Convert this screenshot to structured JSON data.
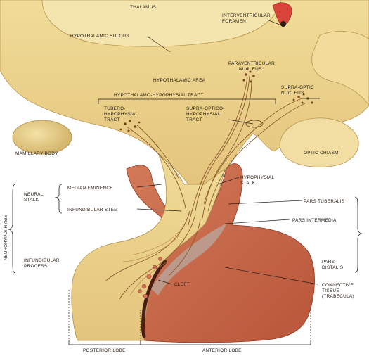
{
  "labels": {
    "thalamus": "THALAMUS",
    "interventricular_foramen_1": "INTERVENTRICULAR",
    "interventricular_foramen_2": "FORAMEN",
    "hypothalamic_sulcus": "HYPOTHALAMIC SULCUS",
    "paraventricular_1": "PARAVENTRICULAR",
    "paraventricular_2": "NUCLEUS",
    "hypothalamic_area": "HYPOTHALAMIC AREA",
    "supraoptic_1": "SUPRA-OPTIC",
    "supraoptic_2": "NUCLEUS",
    "hh_tract": "HYPOTHALAMO-HYPOPHYSIAL TRACT",
    "tubero_1": "TUBERO-",
    "tubero_2": "HYPOPHYSIAL",
    "tubero_3": "TRACT",
    "supra_tract_1": "SUPRA-OPTICO-",
    "supra_tract_2": "HYPOPHYSIAL",
    "supra_tract_3": "TRACT",
    "mamillary_body": "MAMILLARY BODY",
    "optic_chiasm": "OPTIC CHIASM",
    "hypophysial_stalk_1": "HYPOPHYSIAL",
    "hypophysial_stalk_2": "STALK",
    "neural_stalk_1": "NEURAL",
    "neural_stalk_2": "STALK",
    "median_eminence": "MEDIAN EMINENCE",
    "infundibular_stem": "INFUNDIBULAR STEM",
    "pars_tuberalis": "PARS TUBERALIS",
    "pars_intermedia": "PARS INTERMEDIA",
    "neurohypophysis": "NEUROHYPOPHYSIS",
    "infundibular_process_1": "INFUNDIBULAR",
    "infundibular_process_2": "PROCESS",
    "cleft": "CLEFT",
    "pars_distalis_1": "PARS",
    "pars_distalis_2": "DISTALIS",
    "connective_1": "CONNECTIVE",
    "connective_2": "TISSUE",
    "connective_3": "(TRABECULA)",
    "posterior_lobe": "POSTERIOR LOBE",
    "anterior_lobe": "ANTERIOR LOBE"
  },
  "colors": {
    "neural_tissue": "#ecd48a",
    "neural_tissue_light": "#f2e0a4",
    "neural_shadow": "#d9b86a",
    "anterior_lobe": "#cc6a4a",
    "anterior_lobe_dark": "#a8452e",
    "foramen_red": "#d8443a",
    "fiber": "#8a5a2c"
  }
}
